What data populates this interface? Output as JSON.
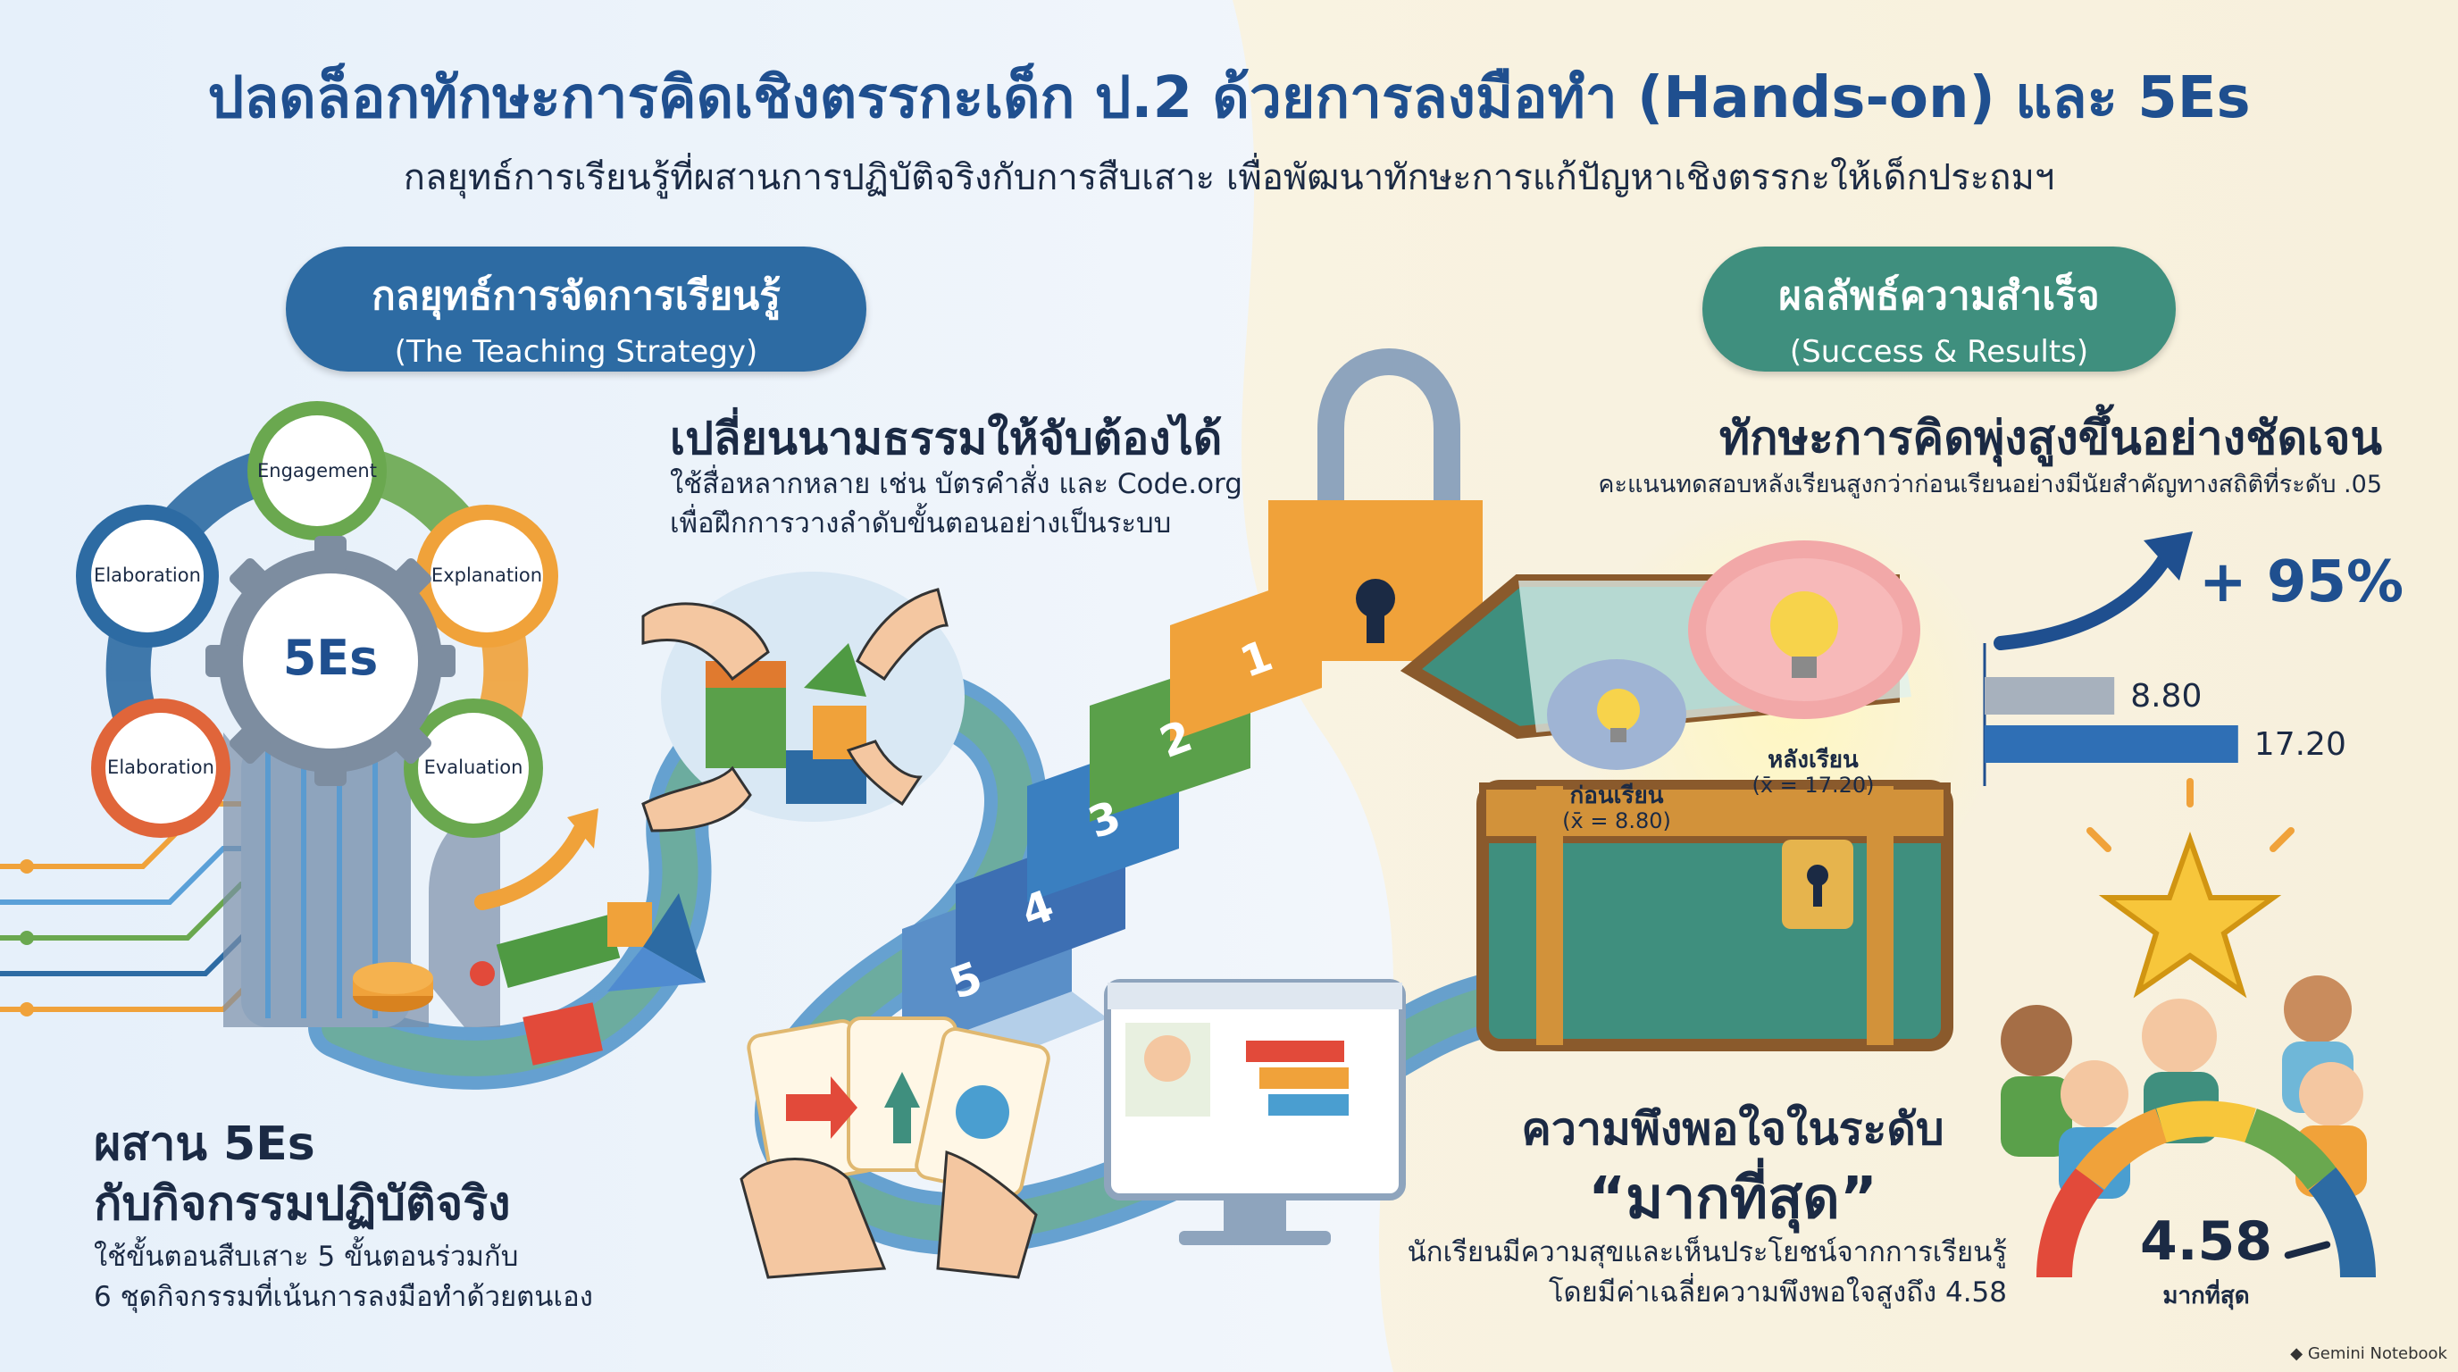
{
  "title": "ปลดล็อกทักษะการคิดเชิงตรรกะเด็ก ป.2 ด้วยการลงมือทำ (Hands-on) และ 5Es",
  "subtitle": "กลยุทธ์การเรียนรู้ที่ผสานการปฏิบัติจริงกับการสืบเสาะ เพื่อพัฒนาทักษะการแก้ปัญหาเชิงตรรกะให้เด็กประถมฯ",
  "left_pill": {
    "main": "กลยุทธ์การจัดการเรียนรู้",
    "sub": "(The Teaching Strategy)"
  },
  "right_pill": {
    "main": "ผลลัพธ์ความสำเร็จ",
    "sub": "(Success & Results)"
  },
  "cycle": {
    "center": "5Es",
    "stages": [
      "Engagement",
      "Explanation",
      "Evaluation",
      "Elaboration",
      "Elaboration"
    ]
  },
  "abstract_section": {
    "heading": "เปลี่ยนนามธรรมให้จับต้องได้",
    "line1": "ใช้สื่อหลากหลาย เช่น บัตรคำสั่ง และ Code.org",
    "line2": "เพื่อฝึกการวางลำดับขั้นตอนอย่างเป็นระบบ"
  },
  "stairs": [
    "1",
    "2",
    "3",
    "4",
    "5"
  ],
  "blend_section": {
    "heading1": "ผสาน 5Es",
    "heading2": "กับกิจกรรมปฏิบัติจริง",
    "line1": "ใช้ขั้นตอนสืบเสาะ 5 ขั้นตอนร่วมกับ",
    "line2": "6 ชุดกิจกรรมที่เน้นการลงมือทำด้วยตนเอง"
  },
  "skill_section": {
    "heading": "ทักษะการคิดพุ่งสูงขึ้นอย่างชัดเจน",
    "line": "คะแนนทดสอบหลังเรียนสูงกว่าก่อนเรียนอย่างมีนัยสำคัญทางสถิติที่ระดับ .05",
    "increase": "+ 95%"
  },
  "chest": {
    "before_label": "ก่อนเรียน",
    "before_value": "(x̄ = 8.80)",
    "after_label": "หลังเรียน",
    "after_value": "(x̄ = 17.20)"
  },
  "chart_data": {
    "type": "bar",
    "orientation": "horizontal",
    "categories": [
      "ก่อนเรียน",
      "หลังเรียน"
    ],
    "values": [
      8.8,
      17.2
    ],
    "value_labels": [
      "8.80",
      "17.20"
    ],
    "colors": [
      "#a7b1bd",
      "#2f6fb5"
    ],
    "xlim": [
      0,
      20
    ]
  },
  "satisfaction": {
    "heading": "ความพึงพอใจในระดับ",
    "quote": "“มากที่สุด”",
    "line1": "นักเรียนมีความสุขและเห็นประโยชน์จากการเรียนรู้",
    "line2": "โดยมีค่าเฉลี่ยความพึงพอใจสูงถึง 4.58"
  },
  "gauge": {
    "value": "4.58",
    "label": "มากที่สุด",
    "score": 4.58,
    "max": 5
  },
  "footer": "Gemini Notebook",
  "colors": {
    "primary": "#1f4f8f",
    "teal": "#3f8f7e",
    "orange": "#f0a23a",
    "green": "#6aa84f"
  }
}
